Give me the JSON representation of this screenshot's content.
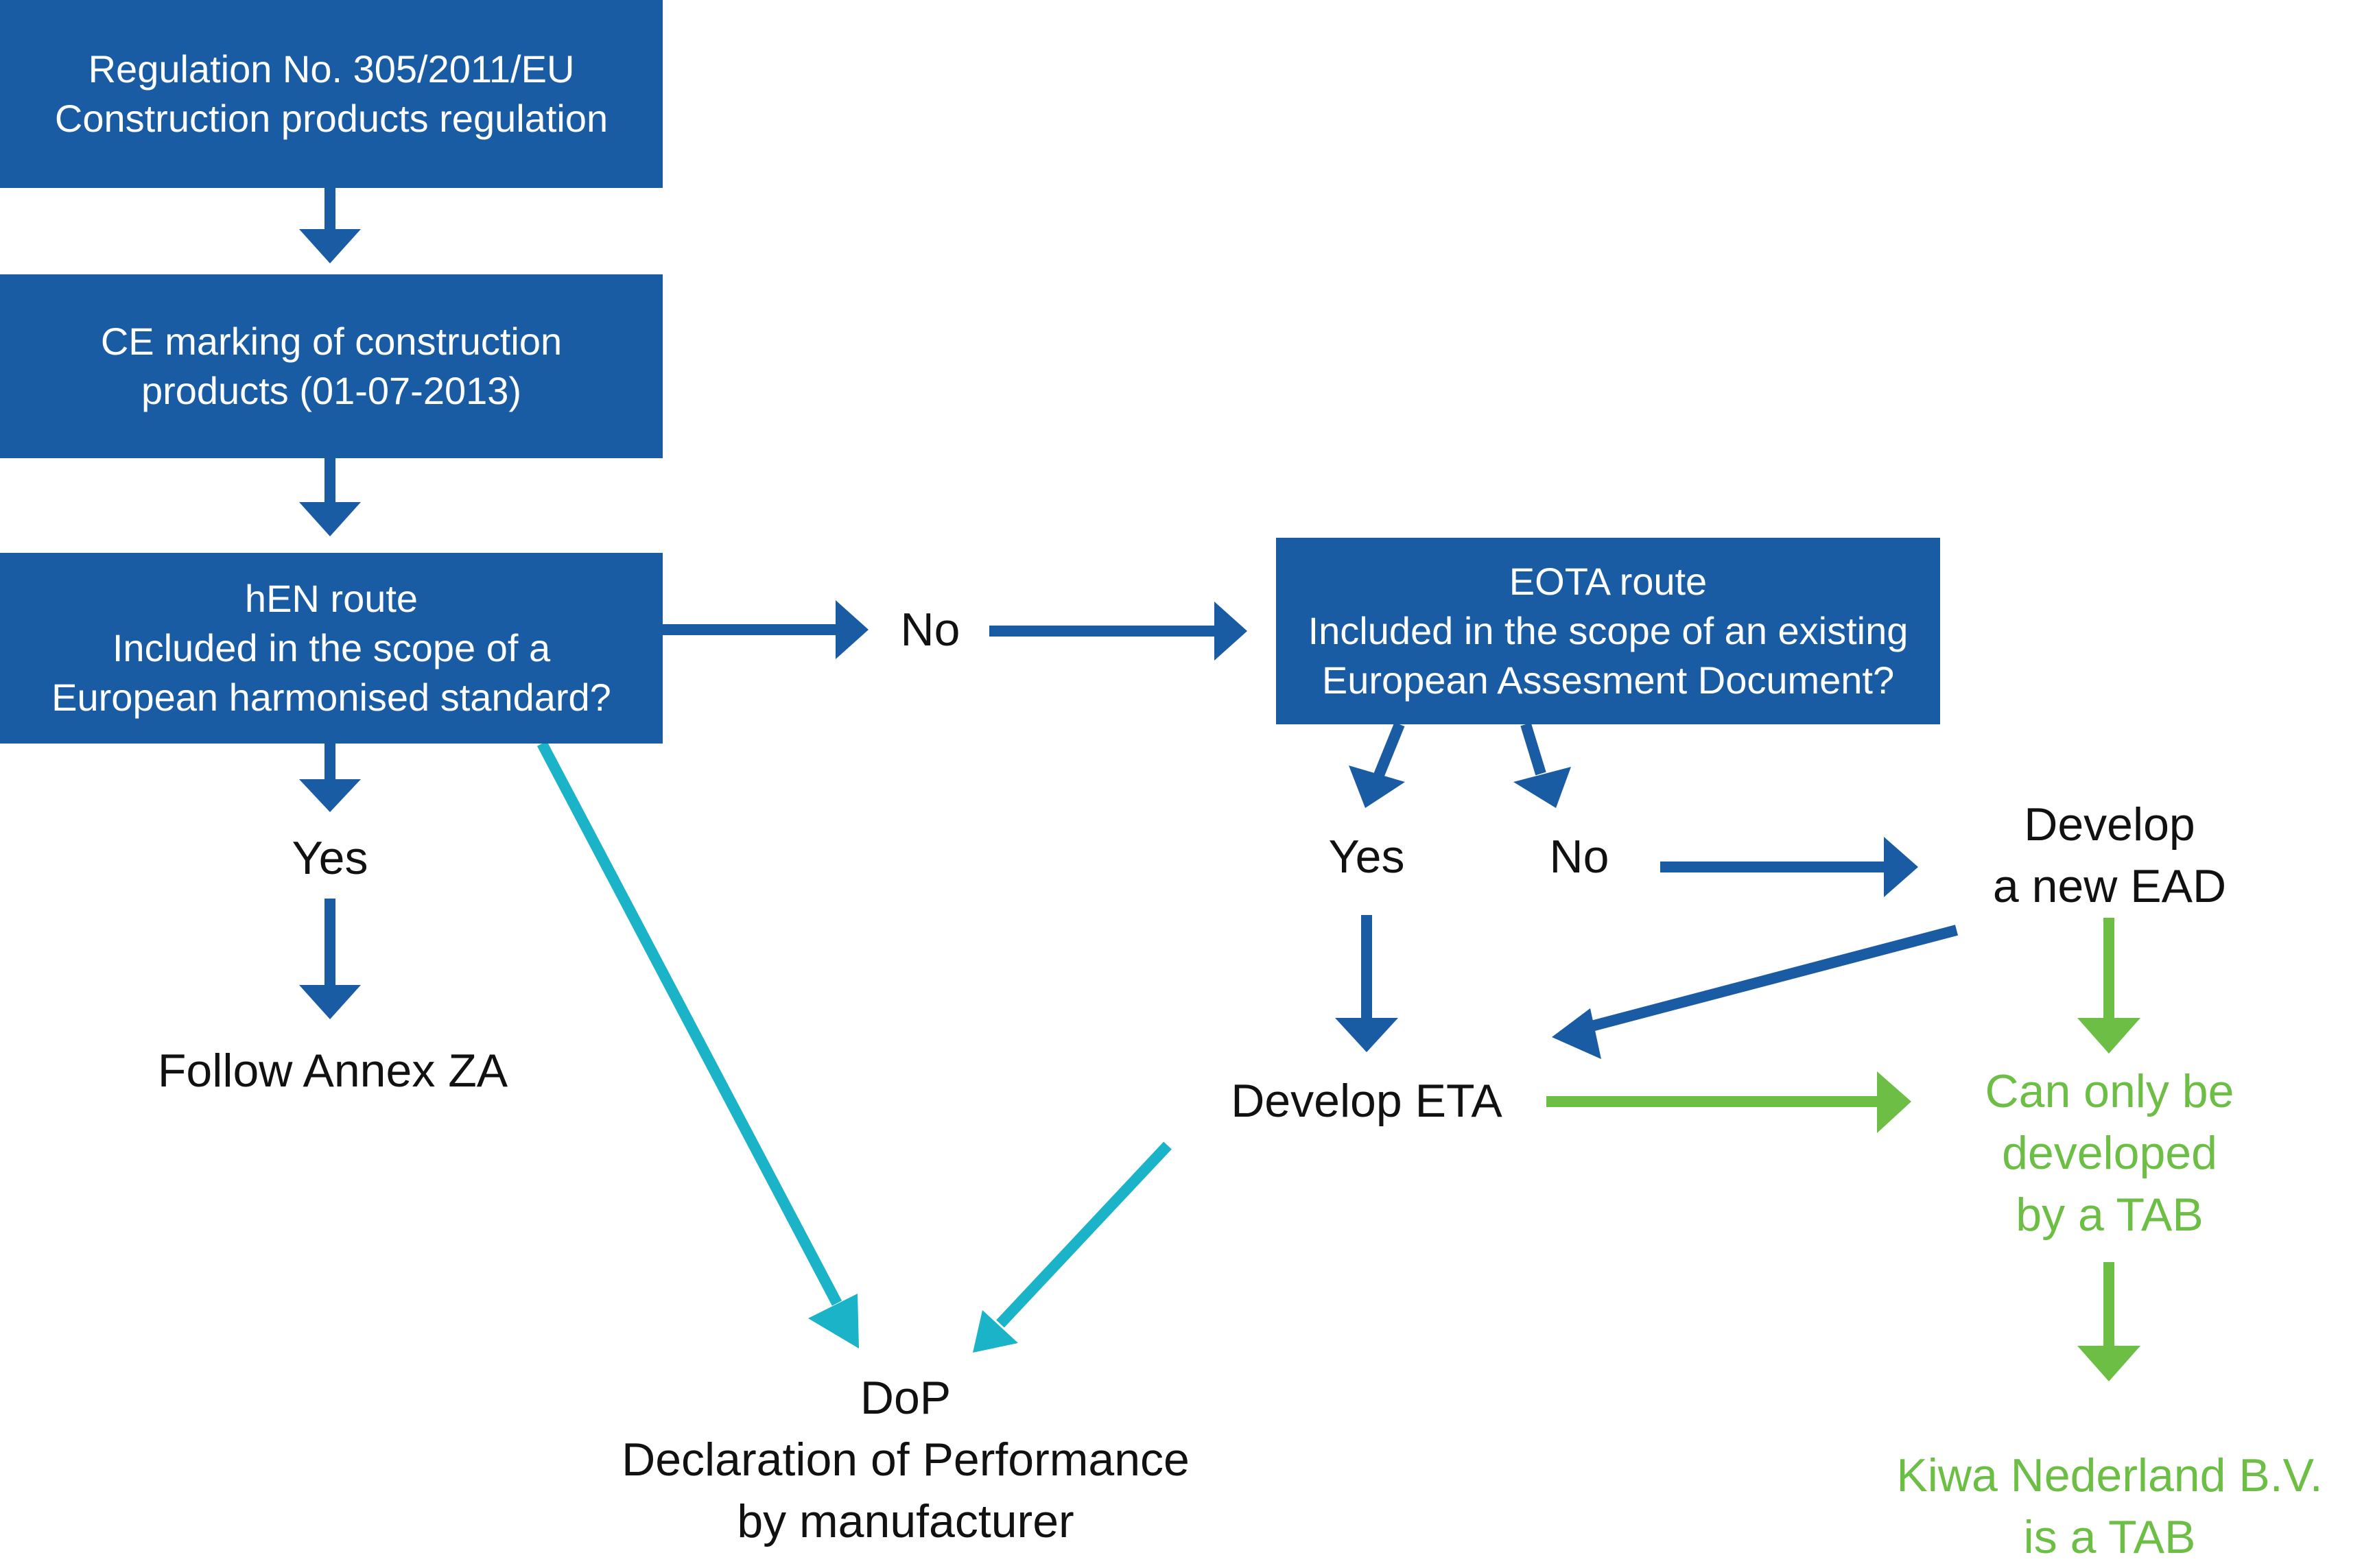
{
  "colors": {
    "box": "#1a5ca4",
    "arrow_blue": "#1a5ca4",
    "arrow_cyan": "#1ab3c8",
    "arrow_green": "#6dbe45",
    "text_dark": "#111111",
    "text_green": "#6dbe45"
  },
  "nodes": {
    "regulation": {
      "line1": "Regulation No. 305/2011/EU",
      "line2": "Construction products regulation"
    },
    "ce_marking": {
      "line1": "CE marking of construction",
      "line2": "products (01-07-2013)"
    },
    "hen_route": {
      "line1": "hEN route",
      "line2": "Included in the scope of a",
      "line3": "European harmonised standard?"
    },
    "eota_route": {
      "line1": "EOTA route",
      "line2": "Included in the scope of an existing",
      "line3": "European Assesment Document?"
    },
    "hen_no": "No",
    "hen_yes": "Yes",
    "annex_za": "Follow Annex ZA",
    "eota_yes": "Yes",
    "eota_no": "No",
    "develop_ead": {
      "line1": "Develop",
      "line2": "a new EAD"
    },
    "develop_eta": "Develop ETA",
    "tab_only": {
      "line1": "Can only be",
      "line2": "developed",
      "line3": "by a TAB"
    },
    "kiwa": {
      "line1": "Kiwa Nederland B.V.",
      "line2": "is a TAB"
    },
    "dop": {
      "line1": "DoP",
      "line2": "Declaration of Performance",
      "line3": "by manufacturer"
    }
  }
}
